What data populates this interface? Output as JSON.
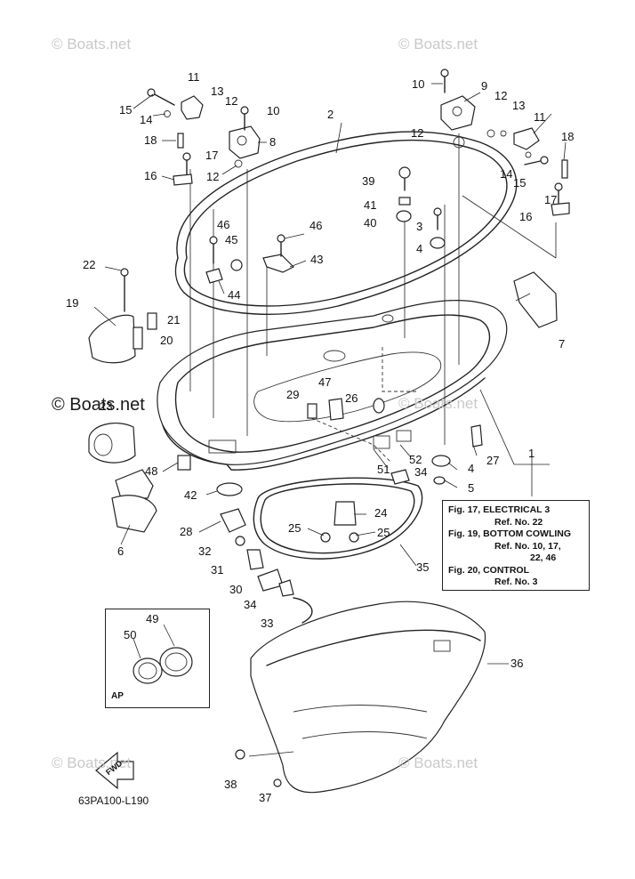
{
  "watermarks": {
    "top_left": "© Boats.net",
    "top_right": "© Boats.net",
    "middle": "© Boats.net",
    "middle_faint": "© Boats.net",
    "bottom_left": "© Boats.net",
    "bottom_right": "© Boats.net"
  },
  "callouts": {
    "c1": "1",
    "c2": "2",
    "c3": "3",
    "c4": "4",
    "c4b": "4",
    "c5": "5",
    "c6": "6",
    "c7": "7",
    "c8": "8",
    "c9": "9",
    "c10": "10",
    "c10b": "10",
    "c11": "11",
    "c11b": "11",
    "c12": "12",
    "c12b": "12",
    "c12c": "12",
    "c12d": "12",
    "c13": "13",
    "c13b": "13",
    "c14": "14",
    "c14b": "14",
    "c15": "15",
    "c15b": "15",
    "c16": "16",
    "c16b": "16",
    "c17": "17",
    "c17b": "17",
    "c18": "18",
    "c18b": "18",
    "c19": "19",
    "c20": "20",
    "c21": "21",
    "c22": "22",
    "c23": "23",
    "c24": "24",
    "c25": "25",
    "c25b": "25",
    "c26": "26",
    "c27": "27",
    "c28": "28",
    "c29": "29",
    "c30": "30",
    "c31": "31",
    "c32": "32",
    "c33": "33",
    "c34": "34",
    "c34b": "34",
    "c35": "35",
    "c36": "36",
    "c37": "37",
    "c38": "38",
    "c39": "39",
    "c40": "40",
    "c41": "41",
    "c42": "42",
    "c43": "43",
    "c44": "44",
    "c45": "45",
    "c46": "46",
    "c46b": "46",
    "c47": "47",
    "c48": "48",
    "c49": "49",
    "c50": "50",
    "c51": "51",
    "c52": "52"
  },
  "reference_box": {
    "line1": "Fig. 17, ELECTRICAL 3",
    "line2": "Ref. No. 22",
    "line3": "Fig. 19, BOTTOM COWLING",
    "line4": "Ref. No. 10, 17,",
    "line5": "22, 46",
    "line6": "Fig. 20, CONTROL",
    "line7": "Ref. No. 3"
  },
  "inset_label": "AP",
  "fwd_label": "FWD",
  "diagram_code": "63PA100-L190"
}
